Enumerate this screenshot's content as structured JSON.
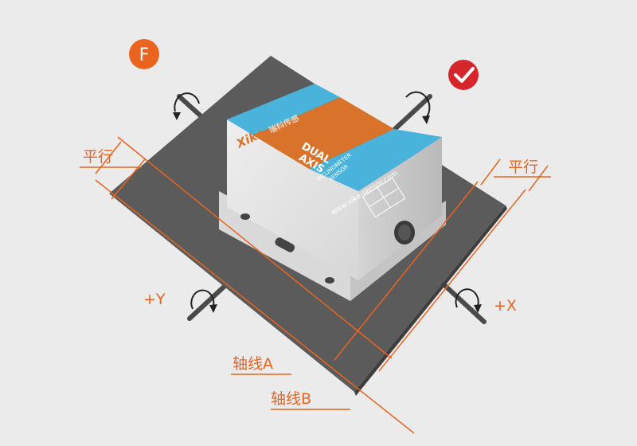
{
  "badges": {
    "left": {
      "letter": "F",
      "color": "#e8641f"
    },
    "right": {
      "icon": "check-mark-icon",
      "color": "#d6262b"
    }
  },
  "labels": {
    "parallel_left": "平行",
    "parallel_right": "平行",
    "plus_y": "+Y",
    "plus_x": "+X",
    "axis_a": "轴线A",
    "axis_b": "轴线B"
  },
  "sensor": {
    "brand": "Xike",
    "brand_chinese": "瑞科传感",
    "model_line1": "DUAL",
    "model_line2": "AXIS",
    "desc_line1": "INCLINOMETER",
    "desc_line2": "SENSOR",
    "website": "www.xike-sensor.com"
  },
  "colors": {
    "annotation": "#e8641f",
    "plate": "#5b5b5b",
    "sensor_blue": "#4ab3dc",
    "sensor_orange": "#d9732b"
  }
}
